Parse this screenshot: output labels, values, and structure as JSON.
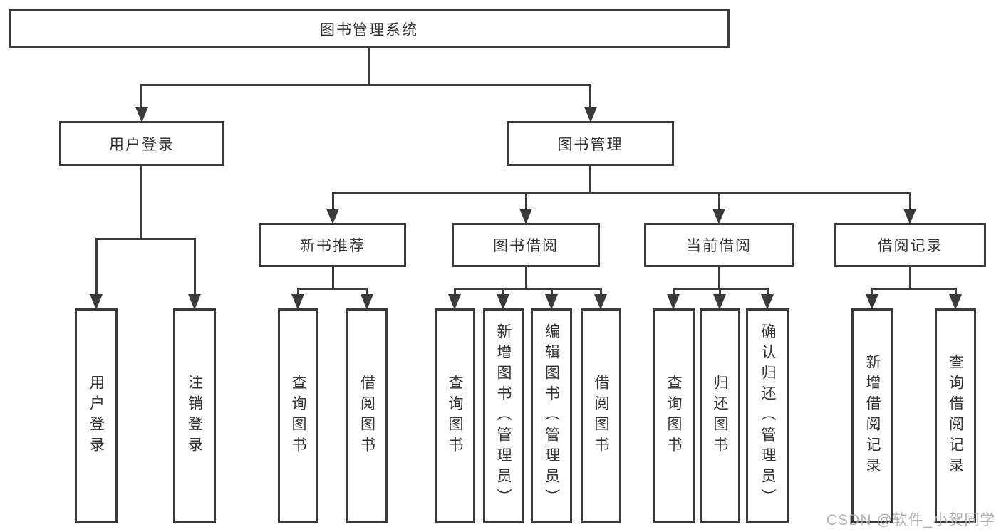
{
  "tree": {
    "root": {
      "label": "图书管理系统"
    },
    "branches": [
      {
        "label": "用户登录",
        "children": [
          {
            "label": "用户登录"
          },
          {
            "label": "注销登录"
          }
        ]
      },
      {
        "label": "图书管理",
        "children": [
          {
            "label": "新书推荐",
            "children": [
              {
                "label": "查询图书"
              },
              {
                "label": "借阅图书"
              }
            ]
          },
          {
            "label": "图书借阅",
            "children": [
              {
                "label": "查询图书"
              },
              {
                "label": "新增图书（管理员）"
              },
              {
                "label": "编辑图书（管理员）"
              },
              {
                "label": "借阅图书"
              }
            ]
          },
          {
            "label": "当前借阅",
            "children": [
              {
                "label": "查询图书"
              },
              {
                "label": "归还图书"
              },
              {
                "label": "确认归还（管理员）"
              }
            ]
          },
          {
            "label": "借阅记录",
            "children": [
              {
                "label": "新增借阅记录"
              },
              {
                "label": "查询借阅记录"
              }
            ]
          }
        ]
      }
    ]
  },
  "watermark": {
    "text": "CSDN @软件_小贺同学"
  },
  "colors": {
    "line": "#3a3a3a",
    "box_border": "#3a3a3a",
    "box_fill": "#ffffff",
    "text": "#333333",
    "watermark": "#a8a8a8"
  }
}
